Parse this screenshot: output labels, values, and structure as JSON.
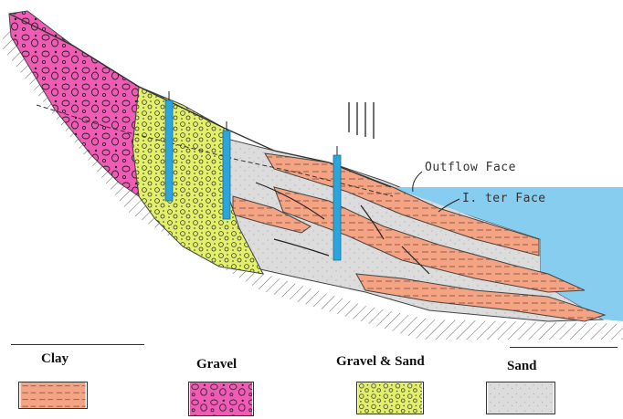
{
  "annotations": {
    "outflow_face": "Outflow Face",
    "inter_face": "I. ter Face"
  },
  "legend": [
    {
      "key": "clay",
      "label": "Clay",
      "color": "#f4a383"
    },
    {
      "key": "gravel",
      "label": "Gravel",
      "color": "#ef5bb5"
    },
    {
      "key": "gravel_sand",
      "label": "Gravel & Sand",
      "color": "#e3f06a"
    },
    {
      "key": "sand",
      "label": "Sand",
      "color": "#d9d9d9"
    }
  ],
  "colors": {
    "water": "#86cdef",
    "piezometer": "#2aa6dc",
    "clay": "#f4a383",
    "gravel": "#ef5bb5",
    "gravel_sand": "#e3f06a",
    "sand": "#d9d9d9"
  }
}
